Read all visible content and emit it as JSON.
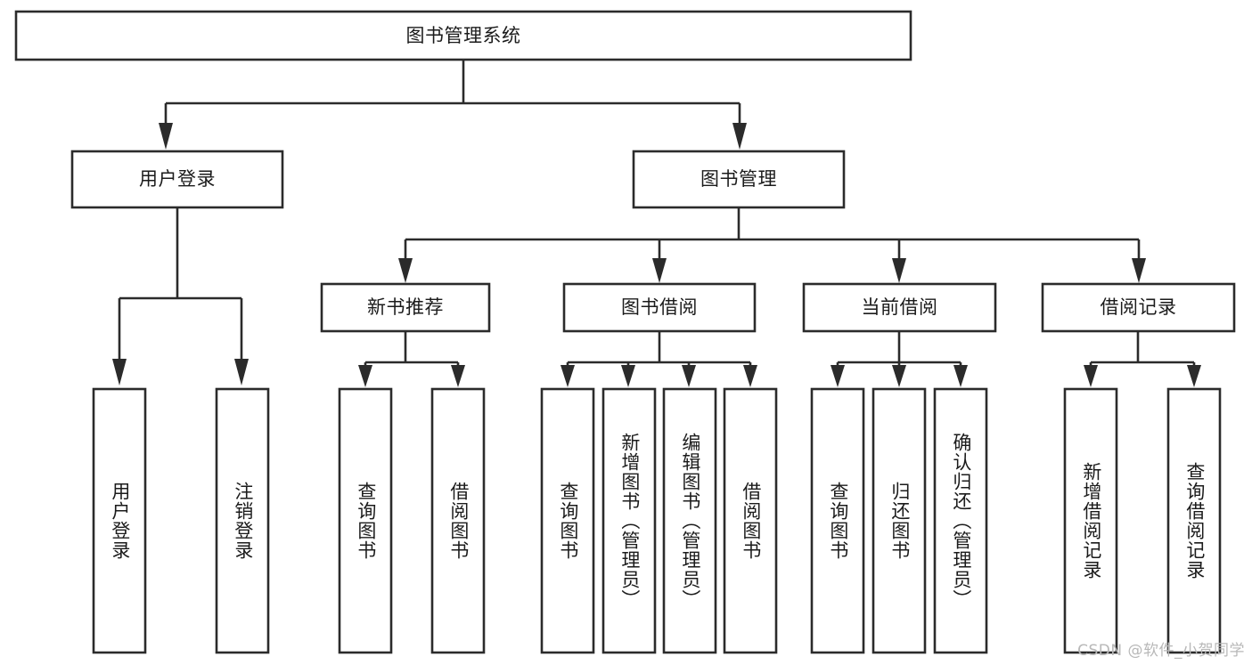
{
  "diagram": {
    "title": "图书管理系统",
    "type": "tree-hierarchy",
    "levels": {
      "root": {
        "label": "图书管理系统"
      },
      "level2": [
        {
          "label": "用户登录"
        },
        {
          "label": "图书管理"
        }
      ],
      "level3": [
        {
          "label": "新书推荐"
        },
        {
          "label": "图书借阅"
        },
        {
          "label": "当前借阅"
        },
        {
          "label": "借阅记录"
        }
      ],
      "leaves": {
        "user_login": [
          {
            "label": "用户登录"
          },
          {
            "label": "注销登录"
          }
        ],
        "new_book_recommend": [
          {
            "label": "查询图书"
          },
          {
            "label": "借阅图书"
          }
        ],
        "book_borrow": [
          {
            "label": "查询图书"
          },
          {
            "label": "新增图书（管理员）"
          },
          {
            "label": "编辑图书（管理员）"
          },
          {
            "label": "借阅图书"
          }
        ],
        "current_borrow": [
          {
            "label": "查询图书"
          },
          {
            "label": "归还图书"
          },
          {
            "label": "确认归还（管理员）"
          }
        ],
        "borrow_record": [
          {
            "label": "新增借阅记录"
          },
          {
            "label": "查询借阅记录"
          }
        ]
      }
    },
    "watermark": "CSDN @软件_小贺同学",
    "colors": {
      "stroke": "#2b2b2b",
      "fill": "#ffffff",
      "text": "#1b1b1b",
      "watermark": "#b8b8b8",
      "background": "#ffffff"
    }
  }
}
